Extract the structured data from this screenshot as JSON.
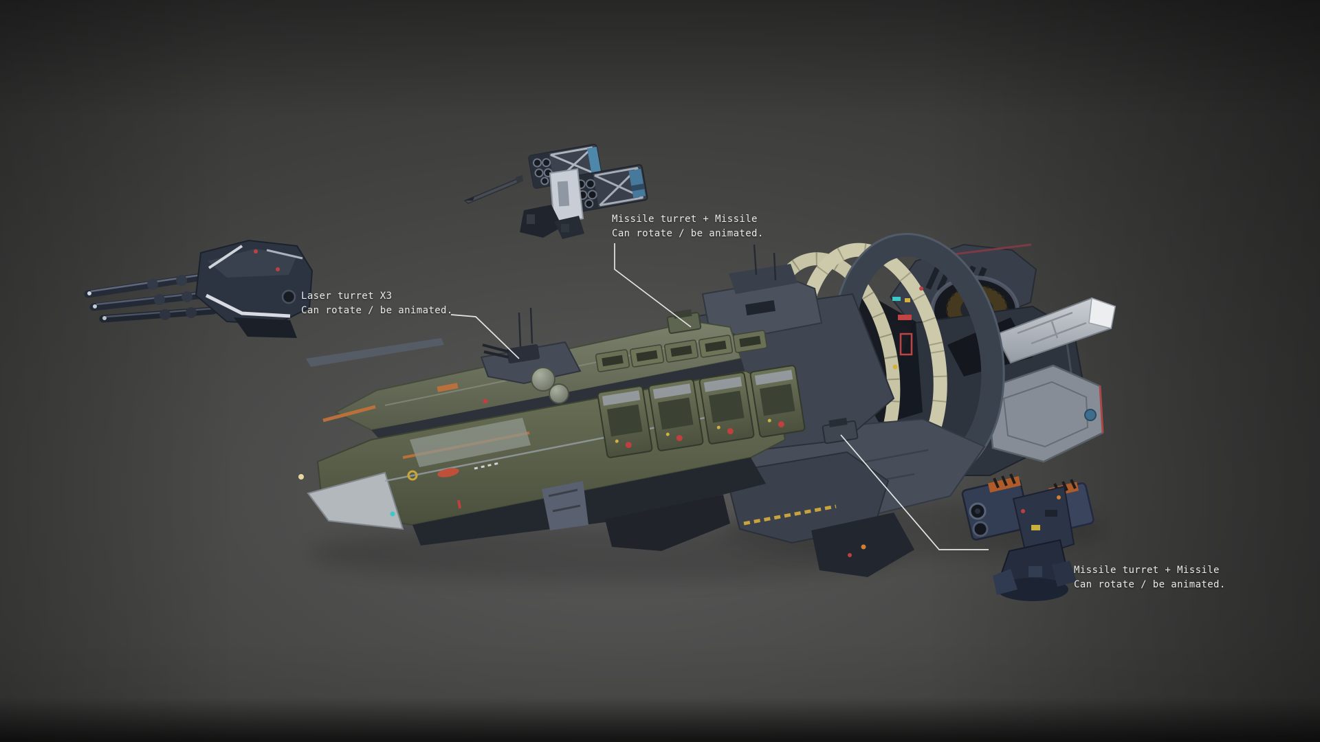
{
  "scene": {
    "description": "3D render presentation of a sci-fi battlecruiser with three detached weapon turret models and annotation callouts",
    "background": {
      "center_color": "#5a5a5a",
      "edge_color": "#1d1d1d",
      "bottom_strip": "#0e0e0e"
    }
  },
  "annotations": {
    "missile_turret_top": {
      "line1": "Missile turret + Missile",
      "line2": "Can rotate / be animated."
    },
    "laser_turret": {
      "line1": "Laser turret X3",
      "line2": "Can rotate / be animated."
    },
    "missile_turret_bottom": {
      "line1": "Missile turret + Missile",
      "line2": "Can rotate / be animated."
    }
  },
  "models": {
    "ship": "battlecruiser-render",
    "detached_left": "triple-laser-turret-render",
    "detached_top": "missile-turret-with-missile-render",
    "detached_bottom_right": "missile-turret-render"
  },
  "colors": {
    "label_text": "#ebebeb",
    "leader_line": "#e6e6e6",
    "hull_olive": "#6e735e",
    "hull_slate": "#39404c",
    "hull_dark": "#23272e",
    "metal_light": "#c3c8ce",
    "ring_cream": "#c8c4a6",
    "turret_navy": "#2c3442",
    "accent_orange": "#b9703b",
    "accent_red": "#c04040",
    "accent_yellow": "#d0b143",
    "accent_blue": "#4e87aa",
    "accent_teal": "#3cc8c8"
  }
}
